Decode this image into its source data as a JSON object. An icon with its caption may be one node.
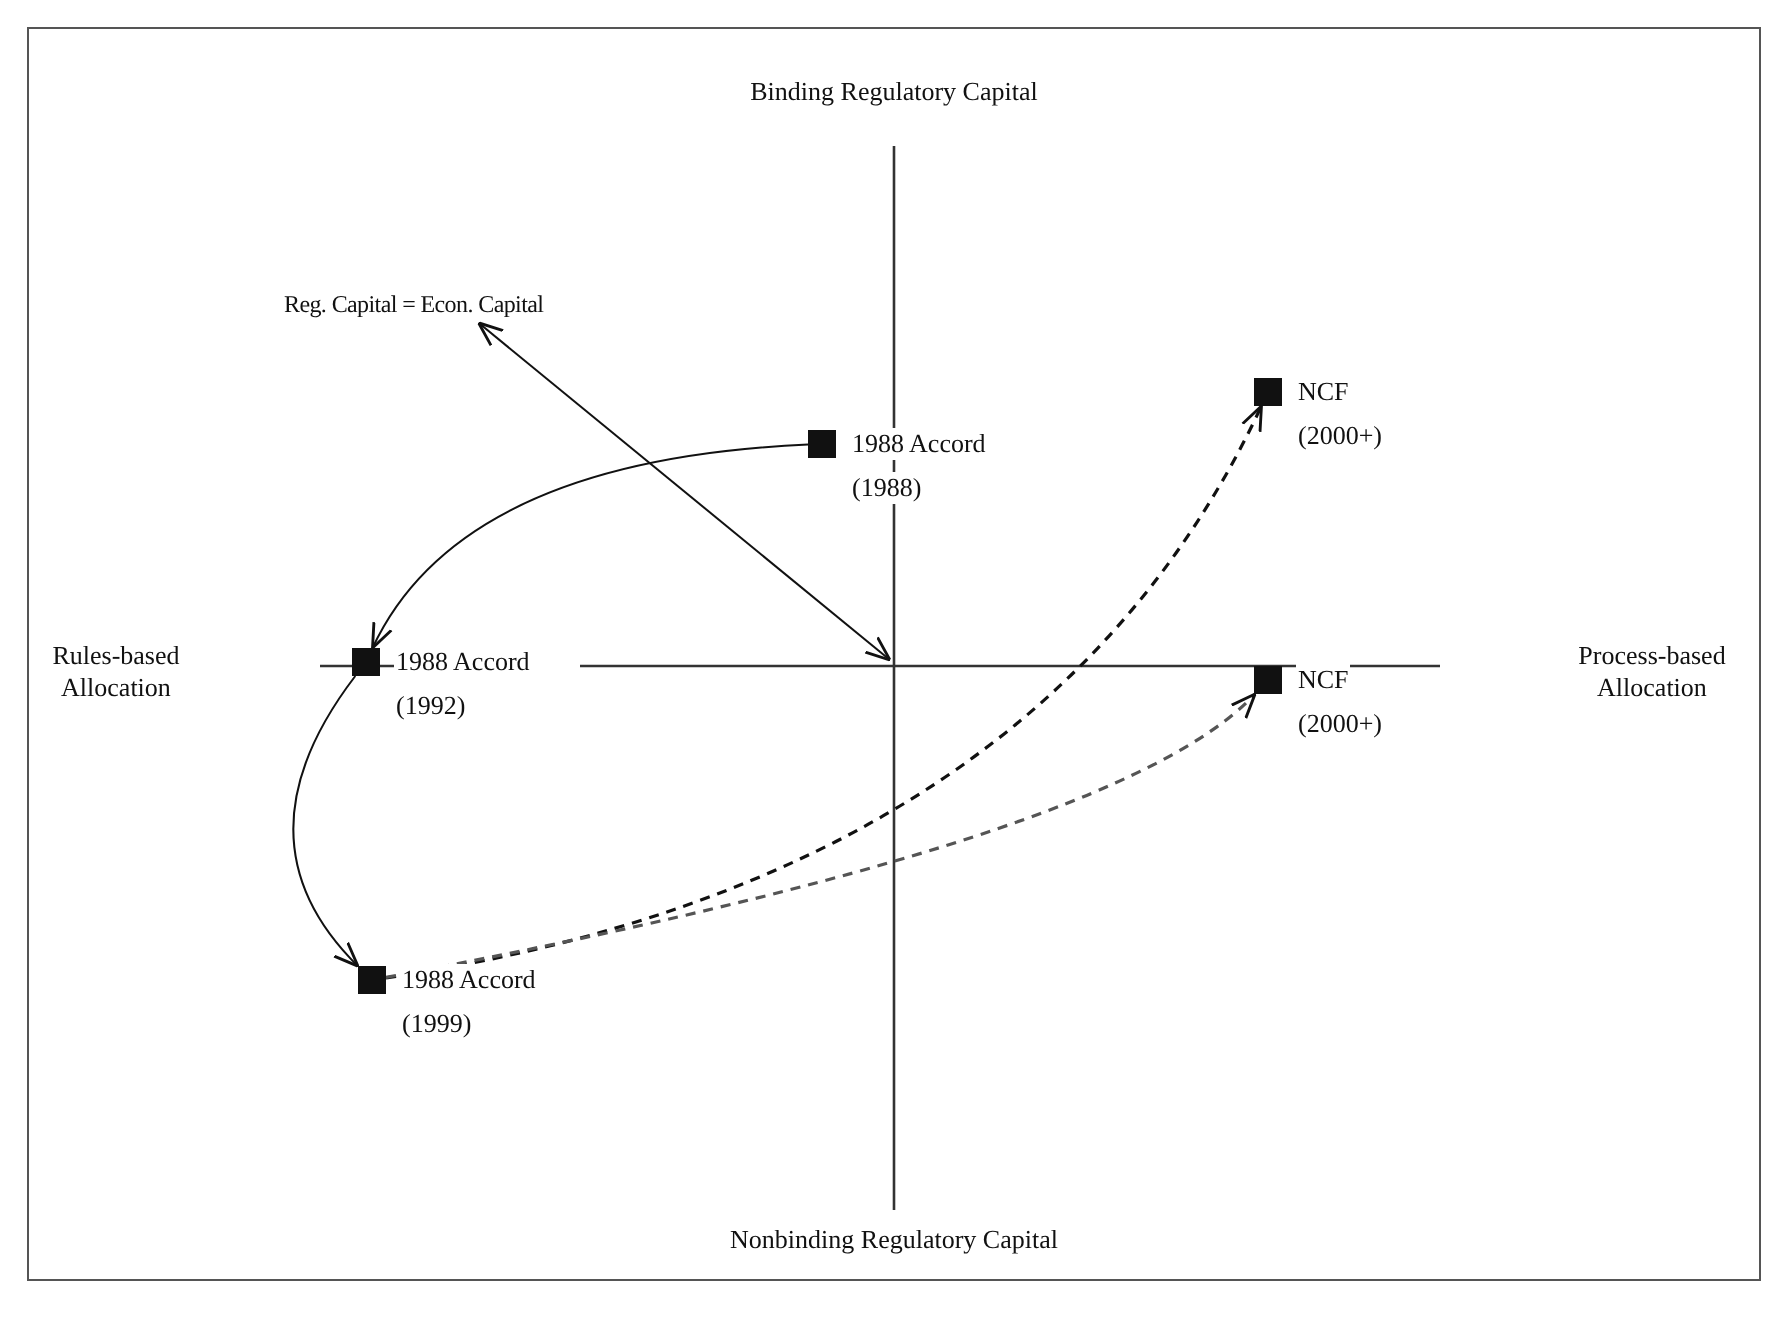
{
  "diagram": {
    "nodes": [
      {
        "text": [
          "Reg. Capital = Econ. Capital"
        ]
      },
      {
        "text": [],
        "shape": "box",
        "beside": [
          "1988 Accord",
          "(1988)"
        ]
      },
      {
        "text": [],
        "shape": "box",
        "beside": [
          "1988 Accord",
          "(1992)"
        ]
      },
      {
        "text": [],
        "shape": "box",
        "beside": [
          "1988 Accord",
          "(1999)"
        ]
      },
      {
        "text": [],
        "shape": "box",
        "beside": [
          "NCF",
          "(2000+)"
        ]
      },
      {
        "text": [],
        "shape": "box",
        "beside": [
          "NCF",
          "(2000+)"
        ]
      }
    ],
    "edges": [
      {
        "from": 0,
        "to": null,
        "arrow": "both"
      },
      {
        "from": 1,
        "to": 2,
        "arrow": "to"
      },
      {
        "from": 2,
        "to": 3,
        "arrow": "to"
      },
      {
        "from": 3,
        "to": 4,
        "arrow": "to",
        "style": "dashed"
      },
      {
        "from": 3,
        "to": 5,
        "arrow": "to",
        "style": "dashed",
        "color": "#555555"
      }
    ],
    "labels": [
      "Binding Regulatory Capital",
      "Rules-based Allocation",
      "Process-based Allocation",
      "Nonbinding Regulatory Capital"
    ]
  }
}
